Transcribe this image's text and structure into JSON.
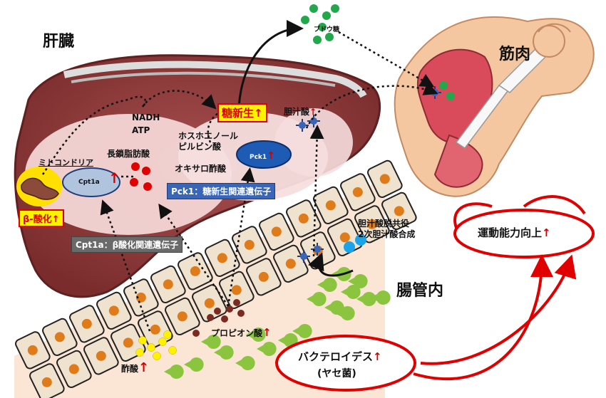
{
  "labels": {
    "liver": "肝臓",
    "muscle": "筋肉",
    "intestine": "腸管内",
    "glucose": "ブドウ糖",
    "gluconeogenesis": "糖新生",
    "bile_acid": "胆汁酸",
    "nadh": "NADH",
    "atp": "ATP",
    "pep": "ホスホエノール\nピルビン酸",
    "oaa": "オキサロ酢酸",
    "pck1": "Pck1",
    "mitochondria": "ミトコンドリア",
    "lcfa": "長鎖脂肪酸",
    "cpt1a": "Cpt1a",
    "beta_ox": "β-酸化",
    "pck1_desc": "Pck1：糖新生関連遺伝子",
    "cpt1a_desc": "Cpt1a：β酸化関連遺伝子",
    "bile_deconj": "胆汁酸脱共役\n2次胆汁酸合成",
    "propionate": "プロピオン酸",
    "acetate": "酢酸",
    "exercise": "運動能力向上",
    "bacteroides": "バクテロイデス",
    "yase": "(ヤセ菌)",
    "up": "↑"
  },
  "colors": {
    "liver": "#8f3a3a",
    "liver_dark": "#5e2020",
    "red": "#e00000",
    "yellow": "#fff200",
    "blue": "#1e5bb5",
    "green": "#22a84a",
    "lime": "#8bc53f",
    "orange": "#e07b1a",
    "cyan": "#1aa3e8",
    "brown": "#7a2a20",
    "gold": "#ffe000"
  }
}
